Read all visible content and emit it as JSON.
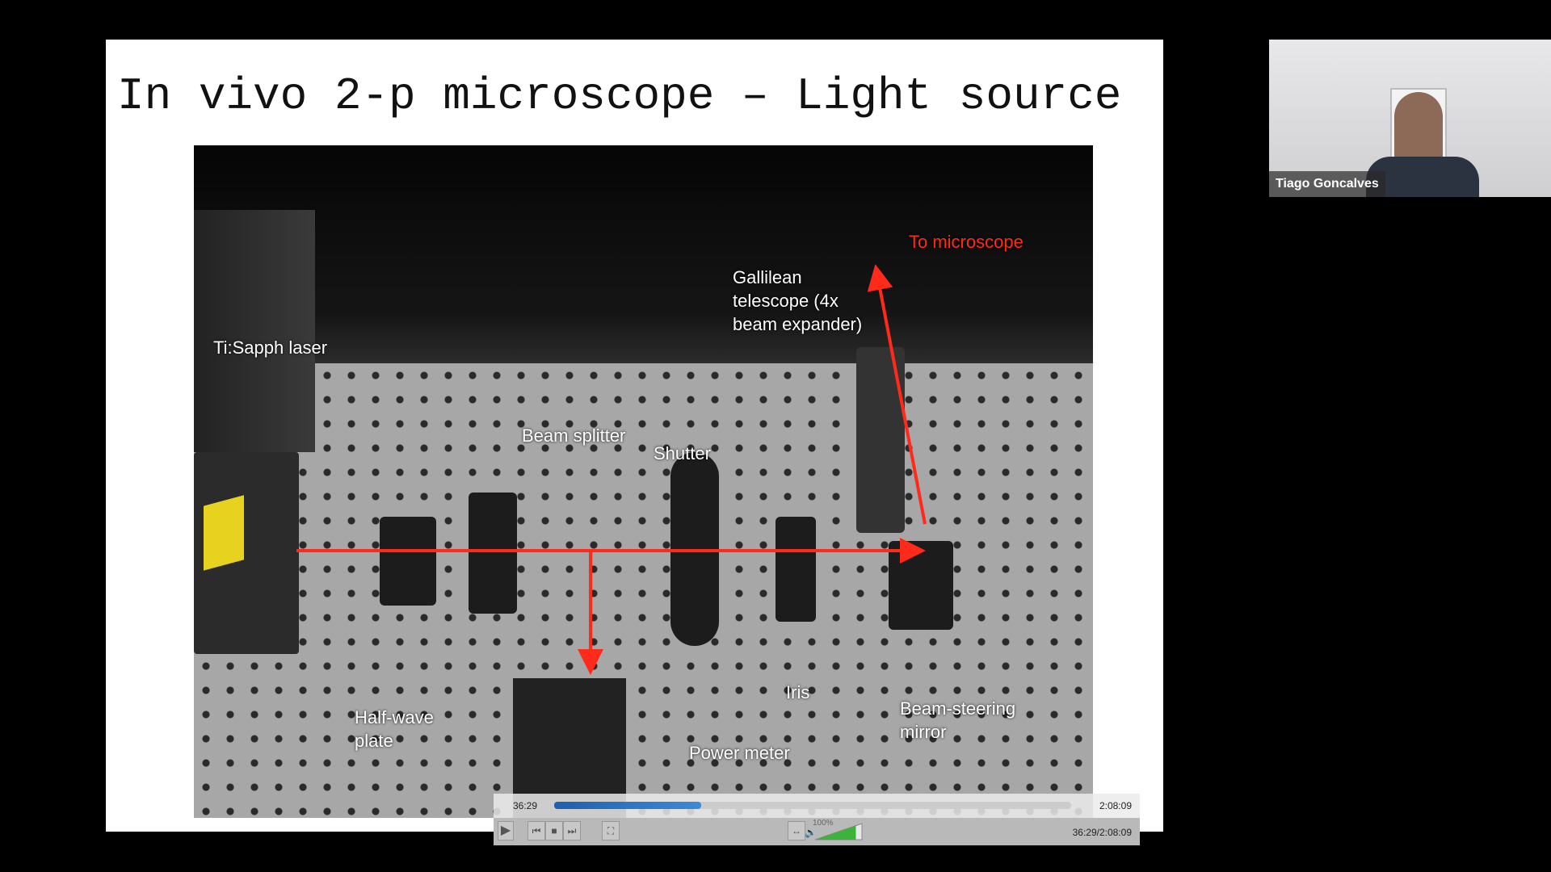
{
  "slide": {
    "title": "In vivo 2-p microscope – Light source"
  },
  "photo_labels": {
    "laser": "Ti:Sapph laser",
    "beam_splitter": "Beam splitter",
    "shutter": "Shutter",
    "telescope": [
      "Gallilean",
      "telescope (4x",
      "beam expander)"
    ],
    "to_microscope": "To microscope",
    "half_wave": [
      "Half-wave",
      "plate"
    ],
    "iris": "Iris",
    "beam_steering": [
      "Beam-steering",
      "mirror"
    ],
    "power_meter": "Power meter"
  },
  "player": {
    "elapsed": "36:29",
    "total": "2:08:09",
    "progress": 0.285,
    "volume_label": "100%",
    "volume": 1.0,
    "time_readout": "36:29/2:08:09"
  },
  "webcam": {
    "participant_name": "Tiago Goncalves"
  },
  "colors": {
    "arrow": "#ff2a1a",
    "progress": "#2f78c8",
    "volume": "#3cb43c"
  }
}
